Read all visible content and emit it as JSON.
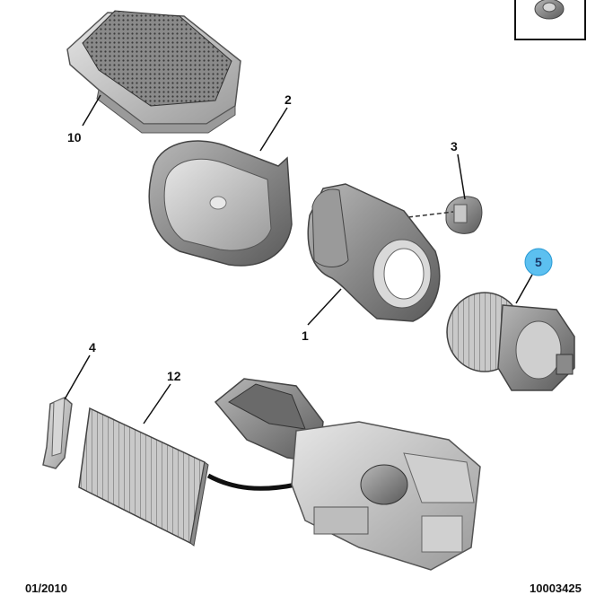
{
  "callouts": {
    "c1": "1",
    "c2": "2",
    "c3": "3",
    "c4": "4",
    "c5": "5",
    "c10": "10",
    "c12": "12"
  },
  "highlight_color": "#5cc0f0",
  "footer": {
    "left": "01/2010",
    "right": "10003425"
  }
}
